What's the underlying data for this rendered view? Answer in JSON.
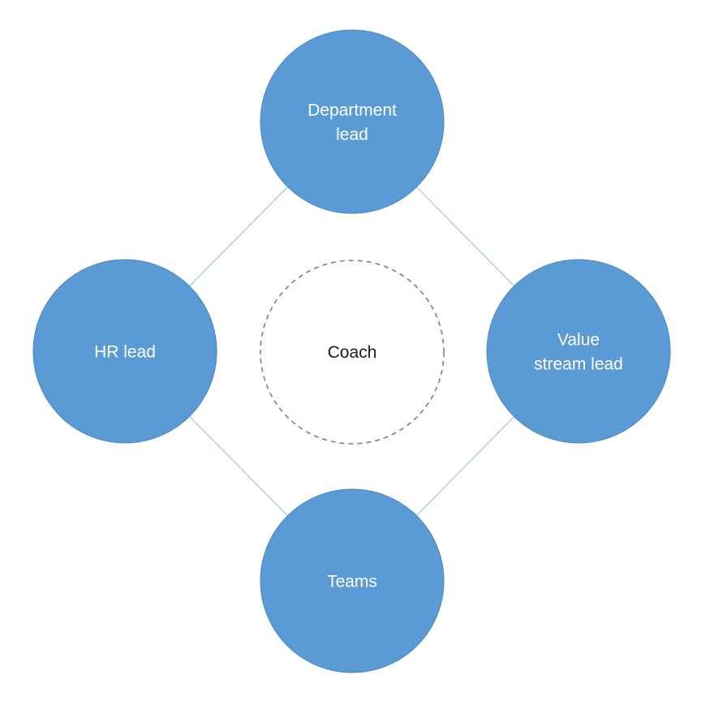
{
  "diagram": {
    "colors": {
      "node_fill": "#5b9bd5",
      "node_stroke": "#4a87c0",
      "node_text": "#ffffff",
      "connector": "#a9c8e8",
      "center_stroke": "#7f7f7f",
      "center_text": "#1a1a1a"
    },
    "center": {
      "label": "Coach",
      "style": "dashed-outline"
    },
    "nodes": [
      {
        "id": "department-lead",
        "lines": [
          "Department",
          "lead"
        ]
      },
      {
        "id": "value-stream-lead",
        "lines": [
          "Value",
          "stream lead"
        ]
      },
      {
        "id": "teams",
        "lines": [
          "Teams"
        ]
      },
      {
        "id": "hr-lead",
        "lines": [
          "HR lead"
        ]
      }
    ],
    "connections": [
      [
        "department-lead",
        "value-stream-lead"
      ],
      [
        "value-stream-lead",
        "teams"
      ],
      [
        "teams",
        "hr-lead"
      ],
      [
        "hr-lead",
        "department-lead"
      ]
    ]
  }
}
